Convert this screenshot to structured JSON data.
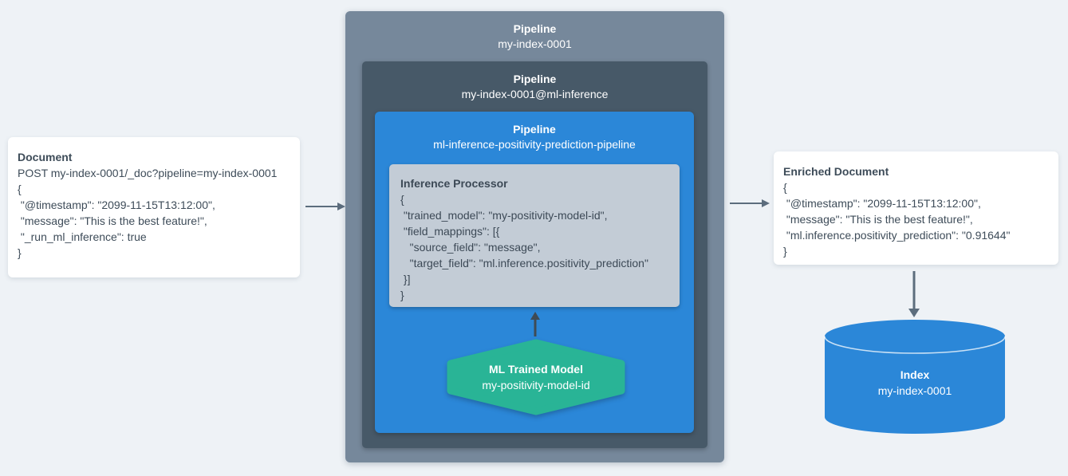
{
  "left_card": {
    "title": "Document",
    "lines": [
      "POST my-index-0001/_doc?pipeline=my-index-0001",
      "{",
      " \"@timestamp\": \"2099-11-15T13:12:00\",",
      " \"message\": \"This is the best feature!\",",
      " \"_run_ml_inference\": true",
      "}"
    ]
  },
  "outer_pipeline": {
    "title": "Pipeline",
    "name": "my-index-0001"
  },
  "ml_pipeline": {
    "title": "Pipeline",
    "name": "my-index-0001@ml-inference"
  },
  "inference_pipeline": {
    "title": "Pipeline",
    "name": "ml-inference-positivity-prediction-pipeline"
  },
  "inference_processor": {
    "title": "Inference Processor",
    "lines": [
      "{",
      " \"trained_model\": \"my-positivity-model-id\",",
      " \"field_mappings\": [{",
      "   \"source_field\": \"message\",",
      "   \"target_field\": \"ml.inference.positivity_prediction\"",
      " }]",
      "}"
    ]
  },
  "trained_model": {
    "title": "ML Trained Model",
    "name": "my-positivity-model-id"
  },
  "enriched_card": {
    "title": "Enriched Document",
    "lines": [
      "{",
      " \"@timestamp\": \"2099-11-15T13:12:00\",",
      " \"message\": \"This is the best feature!\",",
      " \"ml.inference.positivity_prediction\": \"0.91644\"",
      "}"
    ]
  },
  "index": {
    "title": "Index",
    "name": "my-index-0001"
  },
  "colors": {
    "background": "#eef2f6",
    "card_bg": "#ffffff",
    "outer_pipeline_bg": "#76889b",
    "ml_pipeline_bg": "#475968",
    "inference_pipeline_bg": "#2b87d8",
    "processor_bg": "#c3ccd6",
    "model_bg": "#29b496",
    "index_bg": "#2b87d8",
    "arrow": "#5c6d7d",
    "arrow_dark": "#3f4b55",
    "text_dark": "#3e4c59",
    "text_light": "#ffffff"
  }
}
